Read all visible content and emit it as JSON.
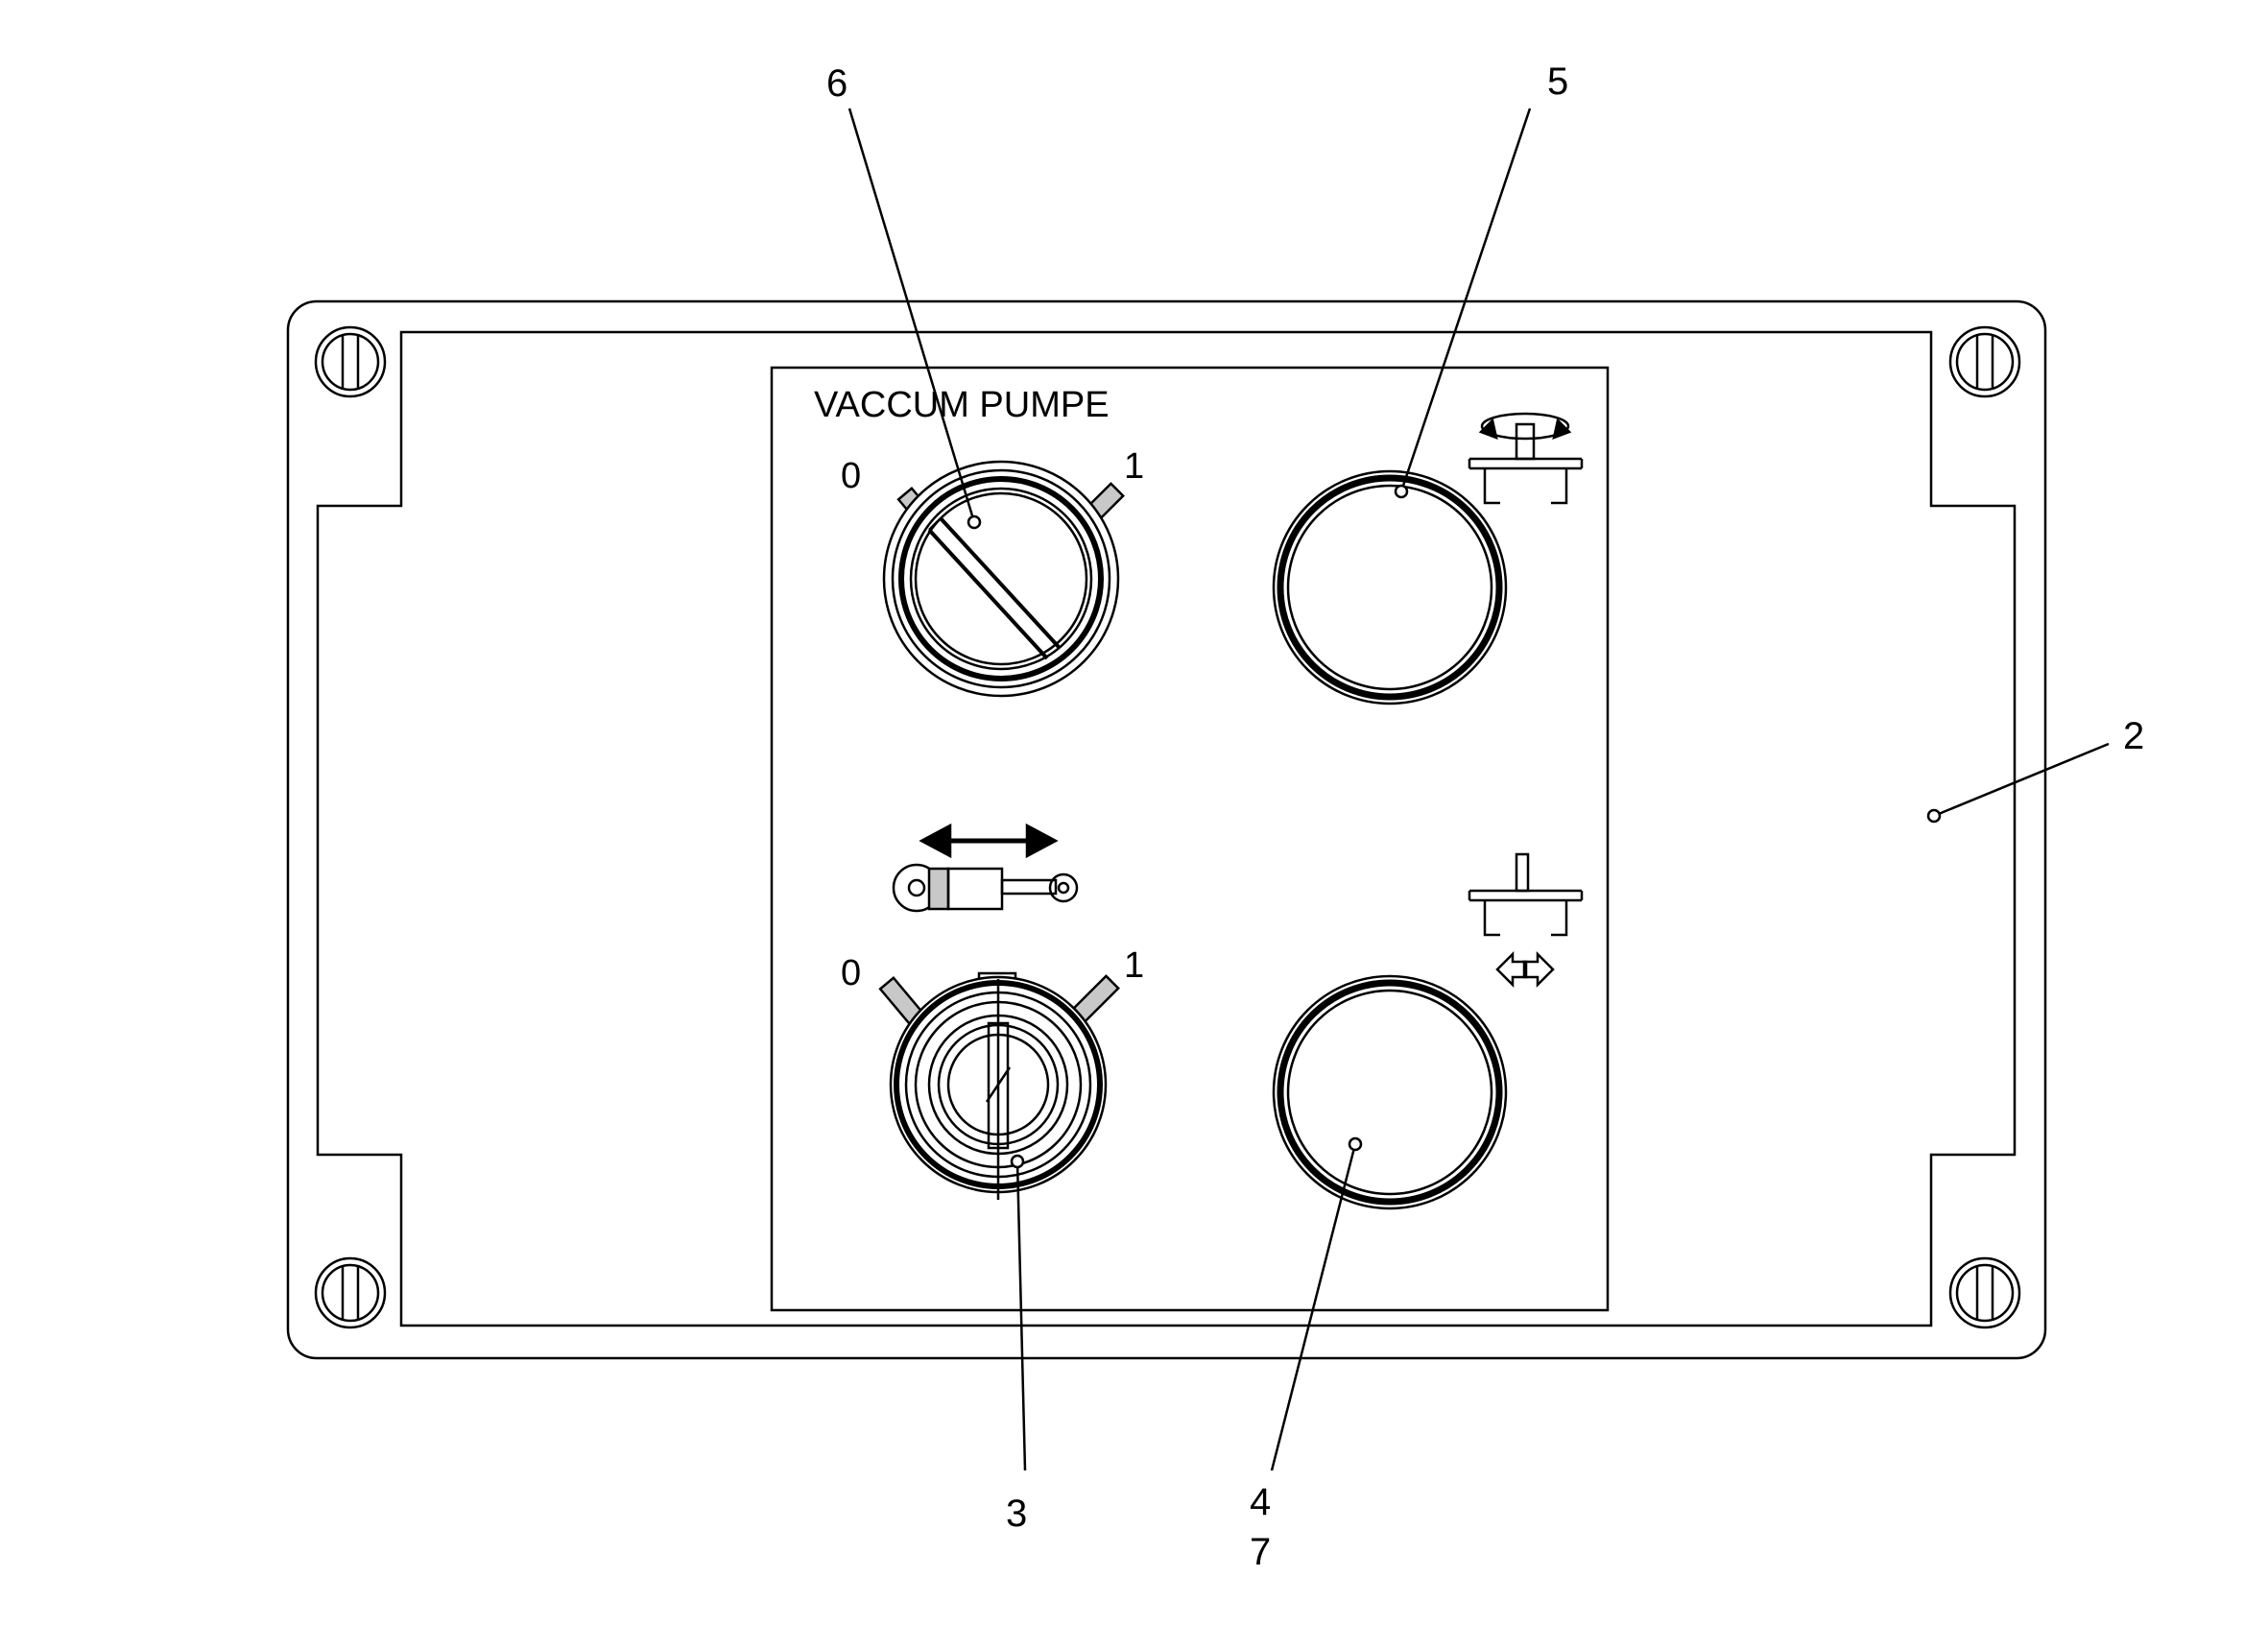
{
  "panel": {
    "title": "VACCUM PUMPE"
  },
  "switches": {
    "vacuum": {
      "pos_off": "0",
      "pos_on": "1"
    },
    "cylinder": {
      "pos_off": "0",
      "pos_on": "1"
    }
  },
  "callouts": {
    "c2": "2",
    "c3": "3",
    "c4": "4",
    "c5": "5",
    "c6": "6",
    "c7": "7"
  },
  "icons": {
    "rotate": "rotate-gripper-icon",
    "cylinder": "pneumatic-cylinder-icon",
    "gripper_move": "gripper-open-close-icon"
  },
  "colors": {
    "line": "#000000",
    "fill_gray": "#c8c8c8",
    "background": "#ffffff"
  }
}
